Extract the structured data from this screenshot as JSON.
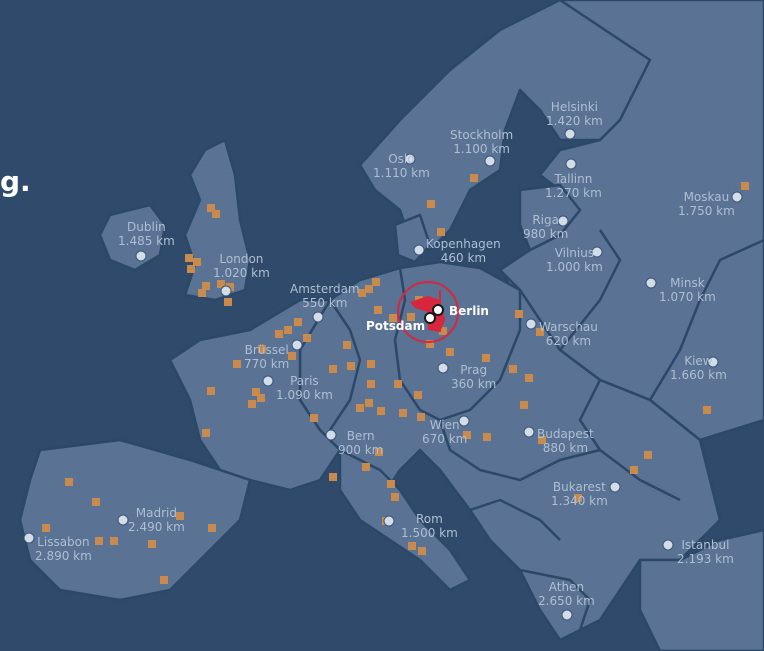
{
  "partial_heading": "g.",
  "colors": {
    "sea": "#2f4a6a",
    "land": "#5a7293",
    "border": "#2c4869",
    "dealer": "#c98a4d",
    "flag": "#d7263d",
    "label": "#aebfd2"
  },
  "home": [
    {
      "name": "Berlin",
      "key": "berlin"
    },
    {
      "name": "Potsdam",
      "key": "potsdam"
    }
  ],
  "cities": [
    {
      "key": "helsinki",
      "name": "Helsinki",
      "dist": "1.420 km"
    },
    {
      "key": "stockholm",
      "name": "Stockholm",
      "dist": "1.100 km"
    },
    {
      "key": "oslo",
      "name": "Oslo",
      "dist": "1.110 km"
    },
    {
      "key": "tallinn",
      "name": "Tallinn",
      "dist": "1.270 km"
    },
    {
      "key": "moskau",
      "name": "Moskau",
      "dist": "1.750 km"
    },
    {
      "key": "riga",
      "name": "Riga",
      "dist": "980 km"
    },
    {
      "key": "dublin",
      "name": "Dublin",
      "dist": "1.485 km"
    },
    {
      "key": "kopenhagen",
      "name": "Kopenhagen",
      "dist": "460 km"
    },
    {
      "key": "vilnius",
      "name": "Vilnius",
      "dist": "1.000 km"
    },
    {
      "key": "london",
      "name": "London",
      "dist": "1.020 km"
    },
    {
      "key": "minsk",
      "name": "Minsk",
      "dist": "1.070 km"
    },
    {
      "key": "amsterdam",
      "name": "Amsterdam",
      "dist": "550 km"
    },
    {
      "key": "warschau",
      "name": "Warschau",
      "dist": "620 km"
    },
    {
      "key": "bruessel",
      "name": "Brüssel",
      "dist": "770 km"
    },
    {
      "key": "kiew",
      "name": "Kiew",
      "dist": "1.660 km"
    },
    {
      "key": "prag",
      "name": "Prag",
      "dist": "360 km"
    },
    {
      "key": "paris",
      "name": "Paris",
      "dist": "1.090 km"
    },
    {
      "key": "wien",
      "name": "Wien",
      "dist": "670 km"
    },
    {
      "key": "bern",
      "name": "Bern",
      "dist": "900 km"
    },
    {
      "key": "budapest",
      "name": "Budapest",
      "dist": "880 km"
    },
    {
      "key": "bukarest",
      "name": "Bukarest",
      "dist": "1.340 km"
    },
    {
      "key": "madrid",
      "name": "Madrid",
      "dist": "2.490 km"
    },
    {
      "key": "rom",
      "name": "Rom",
      "dist": "1.500 km"
    },
    {
      "key": "lissabon",
      "name": "Lissabon",
      "dist": "2.890 km"
    },
    {
      "key": "istanbul",
      "name": "Istanbul",
      "dist": "2.193 km"
    },
    {
      "key": "athen",
      "name": "Athen",
      "dist": "2.650 km"
    }
  ],
  "dealer_count_note": ""
}
